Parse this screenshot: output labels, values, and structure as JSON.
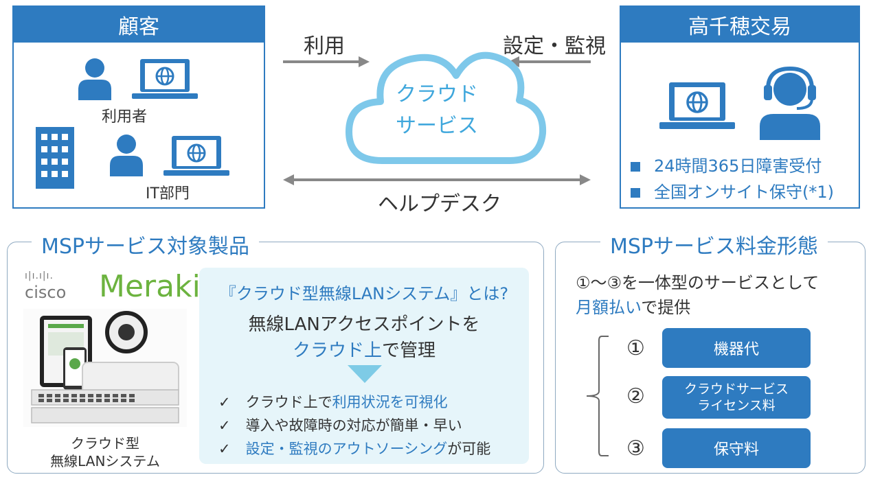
{
  "customer": {
    "title": "顧客",
    "user_label": "利用者",
    "it_label": "IT部門"
  },
  "vendor": {
    "title": "高千穂交易",
    "bullets": [
      "24時間365日障害受付",
      "全国オンサイト保守(*1)"
    ]
  },
  "flow": {
    "use_label": "利用",
    "setup_label": "設定・監視",
    "cloud_line1": "クラウド",
    "cloud_line2": "サービス",
    "helpdesk_label": "ヘルプデスク"
  },
  "products": {
    "title": "MSPサービス対象製品",
    "brand_cisco": "cisco",
    "brand_meraki": "Meraki",
    "product_caption_line1": "クラウド型",
    "product_caption_line2": "無線LANシステム",
    "question": "『クラウド型無線LANシステム』とは?",
    "desc_line1": "無線LANアクセスポイントを",
    "desc_line2_hl": "クラウド上",
    "desc_line2_rest": "で管理",
    "checks": [
      {
        "pre": "クラウド上で",
        "hl": "利用状況を可視化",
        "post": ""
      },
      {
        "pre": "導入や故障時の対応が簡単・早い",
        "hl": "",
        "post": ""
      },
      {
        "pre": "",
        "hl": "設定・監視のアウトソーシング",
        "post": "が可能"
      }
    ],
    "check_mark": "✓"
  },
  "pricing": {
    "title": "MSPサービス料金形態",
    "intro_line1": "①〜③を一体型のサービスとして",
    "intro_hl": "月額払い",
    "intro_rest": "で提供",
    "items": [
      {
        "num": "①",
        "label_line1": "機器代",
        "label_line2": ""
      },
      {
        "num": "②",
        "label_line1": "クラウドサービス",
        "label_line2": "ライセンス料"
      },
      {
        "num": "③",
        "label_line1": "保守料",
        "label_line2": ""
      }
    ]
  }
}
